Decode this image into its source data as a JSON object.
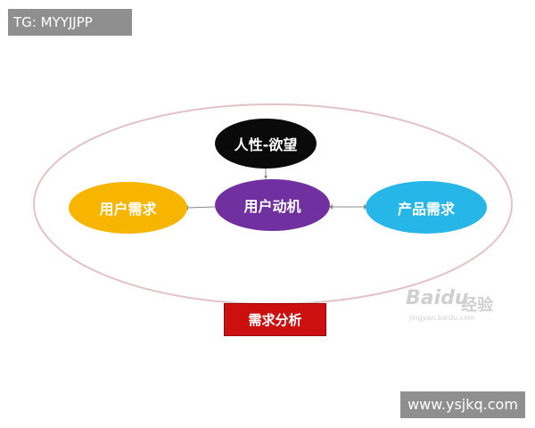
{
  "corner_label": "TG: MYYJJPP",
  "nodes": {
    "top": "人性-欲望",
    "left": "用户需求",
    "center": "用户动机",
    "right": "产品需求"
  },
  "bottom_label": "需求分析",
  "watermark": {
    "brand": "Baidu",
    "brand_cn": "经验",
    "url": "jingyan.baidu.com"
  },
  "site_url": "www.ysjkq.com",
  "colors": {
    "top_node": "#0a0a0a",
    "left_node": "#f7b500",
    "center_node": "#7030a0",
    "right_node": "#26b7e8",
    "bottom_label": "#cc1010",
    "ellipse_stroke": "#e3c2c6"
  }
}
